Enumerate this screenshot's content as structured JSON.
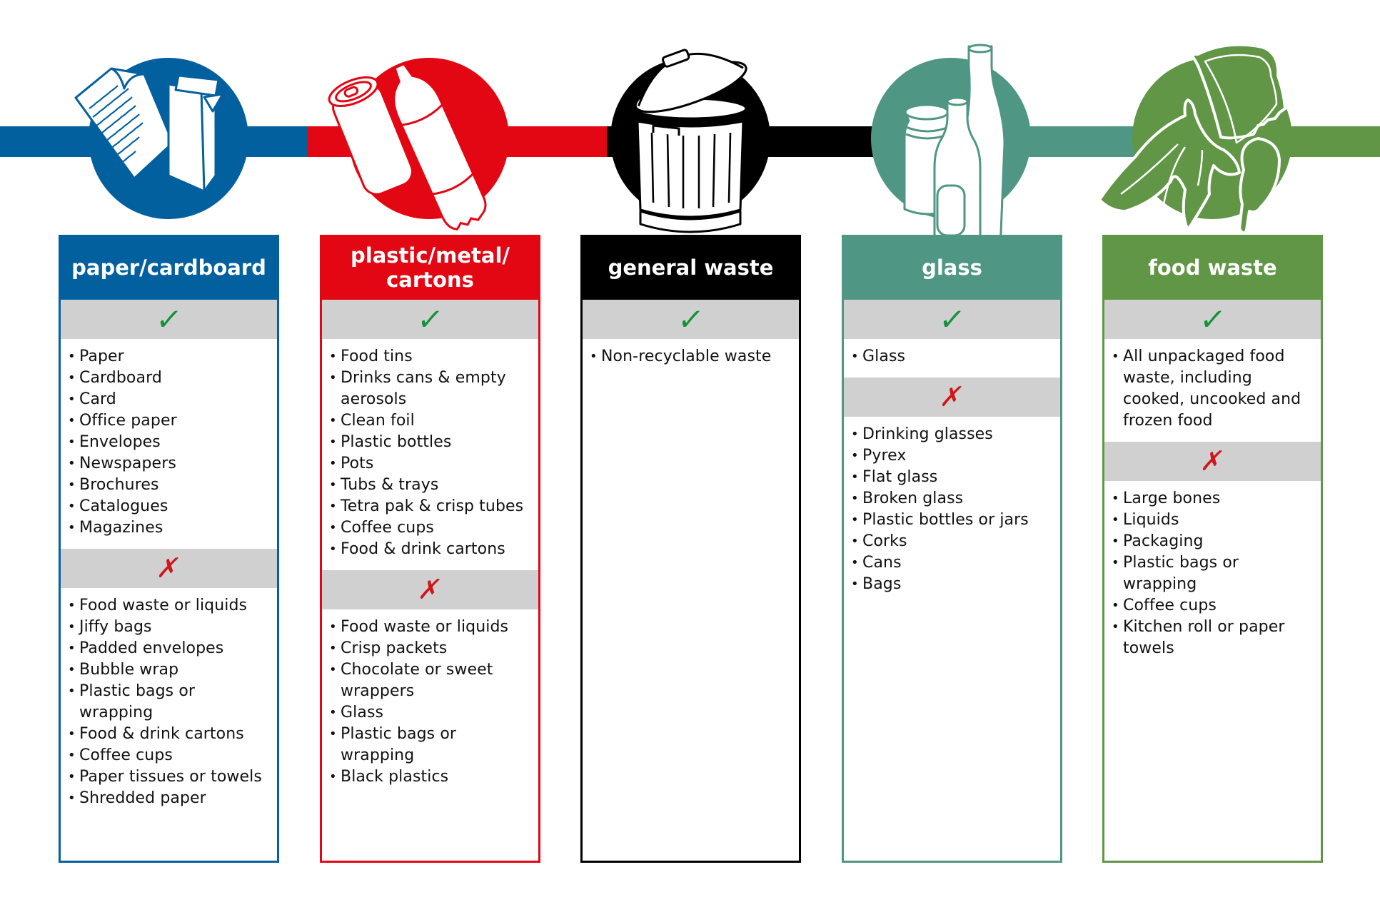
{
  "colors": {
    "paper": "#03609e",
    "plastic": "#e30613",
    "general": "#000000",
    "glass": "#4f9684",
    "food": "#609645",
    "yes_mark": "#14923a",
    "no_mark": "#d0161b",
    "mark_bar": "#d0d0d0"
  },
  "marks": {
    "yes": "✓",
    "no": "✗"
  },
  "columns": [
    {
      "key": "paper",
      "title": "paper/cardboard",
      "icon": "paper-and-cardboard-box-icon",
      "accepted": [
        "Paper",
        "Cardboard",
        "Card",
        "Office paper",
        "Envelopes",
        "Newspapers",
        "Brochures",
        "Catalogues",
        "Magazines"
      ],
      "rejected": [
        "Food waste or liquids",
        "Jiffy bags",
        "Padded envelopes",
        "Bubble wrap",
        "Plastic bags or wrapping",
        "Food & drink cartons",
        "Coffee cups",
        "Paper tissues or towels",
        "Shredded paper"
      ]
    },
    {
      "key": "plastic",
      "title": "plastic/metal/ cartons",
      "icon": "can-and-plastic-bottle-icon",
      "accepted": [
        "Food tins",
        "Drinks cans & empty aerosols",
        "Clean foil",
        "Plastic bottles",
        "Pots",
        "Tubs & trays",
        "Tetra pak & crisp tubes",
        "Coffee cups",
        "Food & drink cartons"
      ],
      "rejected": [
        "Food waste or liquids",
        "Crisp packets",
        "Chocolate or sweet wrappers",
        "Glass",
        "Plastic bags or wrapping",
        "Black plastics"
      ]
    },
    {
      "key": "general",
      "title": "general waste",
      "icon": "dustbin-icon",
      "accepted": [
        "Non-recyclable waste"
      ],
      "rejected": []
    },
    {
      "key": "glass",
      "title": "glass",
      "icon": "jar-and-bottles-icon",
      "accepted": [
        "Glass"
      ],
      "rejected": [
        "Drinking glasses",
        "Pyrex",
        "Flat glass",
        "Broken glass",
        "Plastic bottles or jars",
        "Corks",
        "Cans",
        "Bags"
      ]
    },
    {
      "key": "food",
      "title": "food waste",
      "icon": "bread-banana-chicken-icon",
      "accepted": [
        "All unpackaged food waste, including cooked, uncooked and frozen food"
      ],
      "rejected": [
        "Large bones",
        "Liquids",
        "Packaging",
        "Plastic bags or wrapping",
        "Coffee cups",
        "Kitchen roll or paper towels"
      ]
    }
  ]
}
